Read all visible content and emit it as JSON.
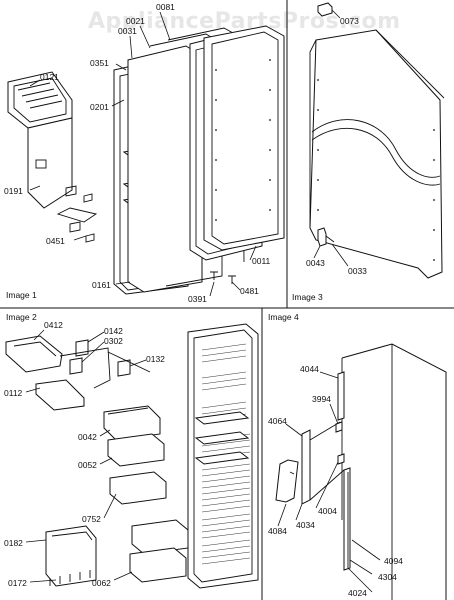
{
  "watermark": "AppliancePartsPros.com",
  "panels": {
    "image1": "Image 1",
    "image2": "Image 2",
    "image3": "Image 3",
    "image4": "Image 4"
  },
  "parts": {
    "p0121": "0121",
    "p0351": "0351",
    "p0201": "0201",
    "p0191": "0191",
    "p0451": "0451",
    "p0161": "0161",
    "p0391": "0391",
    "p0481": "0481",
    "p0011": "0011",
    "p0081": "0081",
    "p0021": "0021",
    "p0031": "0031",
    "p0073": "0073",
    "p0043": "0043",
    "p0033": "0033",
    "p0412": "0412",
    "p0142": "0142",
    "p0302": "0302",
    "p0132": "0132",
    "p0112": "0112",
    "p0042": "0042",
    "p0052": "0052",
    "p0752": "0752",
    "p0182": "0182",
    "p0172": "0172",
    "p0062": "0062",
    "p4044": "4044",
    "p3994": "3994",
    "p4064": "4064",
    "p4004": "4004",
    "p4084": "4084",
    "p4034": "4034",
    "p4094": "4094",
    "p4304": "4304",
    "p4024": "4024"
  }
}
